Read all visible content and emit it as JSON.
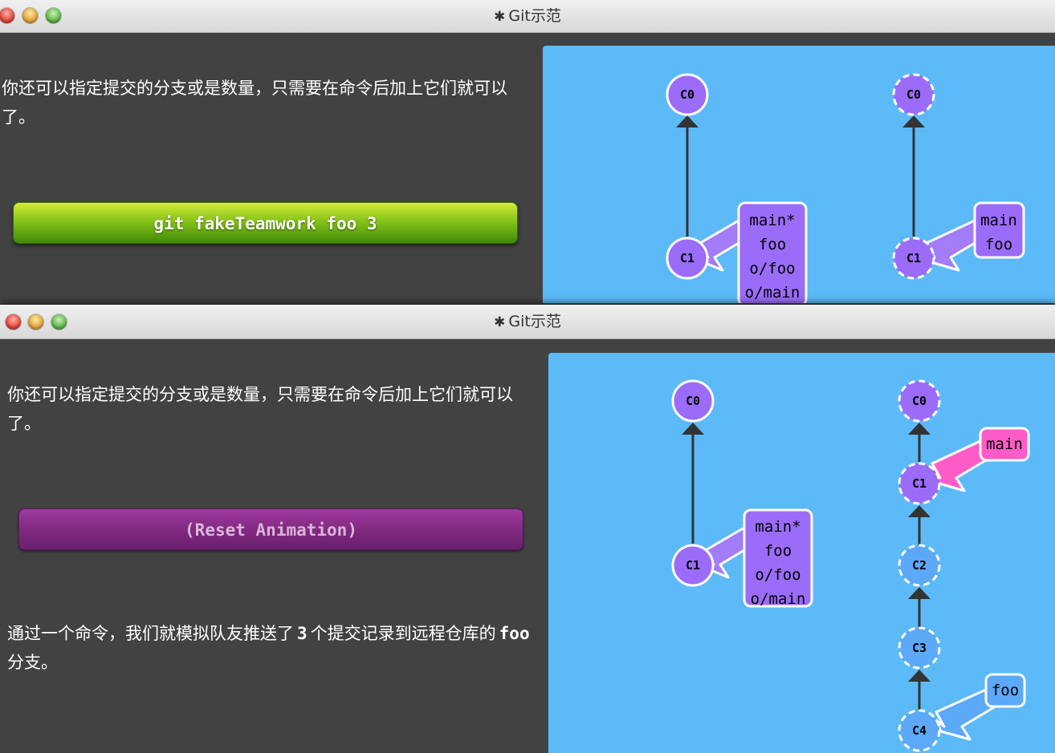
{
  "top": {
    "title": "Git示范",
    "description": "你还可以指定提交的分支或是数量，只需要在命令后加上它们就可以了。",
    "command_button": "git fakeTeamwork foo 3",
    "local_tree": {
      "commits": [
        "C0",
        "C1"
      ],
      "branch_labels": [
        "main*",
        "foo",
        "o/foo",
        "o/main"
      ]
    },
    "remote_tree": {
      "commits": [
        "C0",
        "C1"
      ],
      "branch_labels": [
        "main",
        "foo"
      ]
    }
  },
  "bottom": {
    "title": "Git示范",
    "description": "你还可以指定提交的分支或是数量，只需要在命令后加上它们就可以了。",
    "reset_button": "(Reset Animation)",
    "explanation": {
      "part1": "通过一个命令，我们就模拟队友推送了",
      "count": "3",
      "part2": "个提交记录到远程仓库的",
      "branch": "foo",
      "part3": "分支。"
    },
    "local_tree": {
      "commits": [
        "C0",
        "C1"
      ],
      "branch_labels": [
        "main*",
        "foo",
        "o/foo",
        "o/main"
      ]
    },
    "remote_tree": {
      "commits": [
        "C0",
        "C1",
        "C2",
        "C3",
        "C4"
      ],
      "branch_main": "main",
      "branch_foo": "foo"
    }
  },
  "icons": {
    "title_icon": "gear-icon"
  },
  "colors": {
    "canvas": "#5cbaf9",
    "commit_main": "#9b6cf9",
    "commit_foo": "#5ca8f9",
    "branch_main_remote": "#ff5cc8",
    "button_green": "#6fb116",
    "button_purple": "#822a82"
  }
}
